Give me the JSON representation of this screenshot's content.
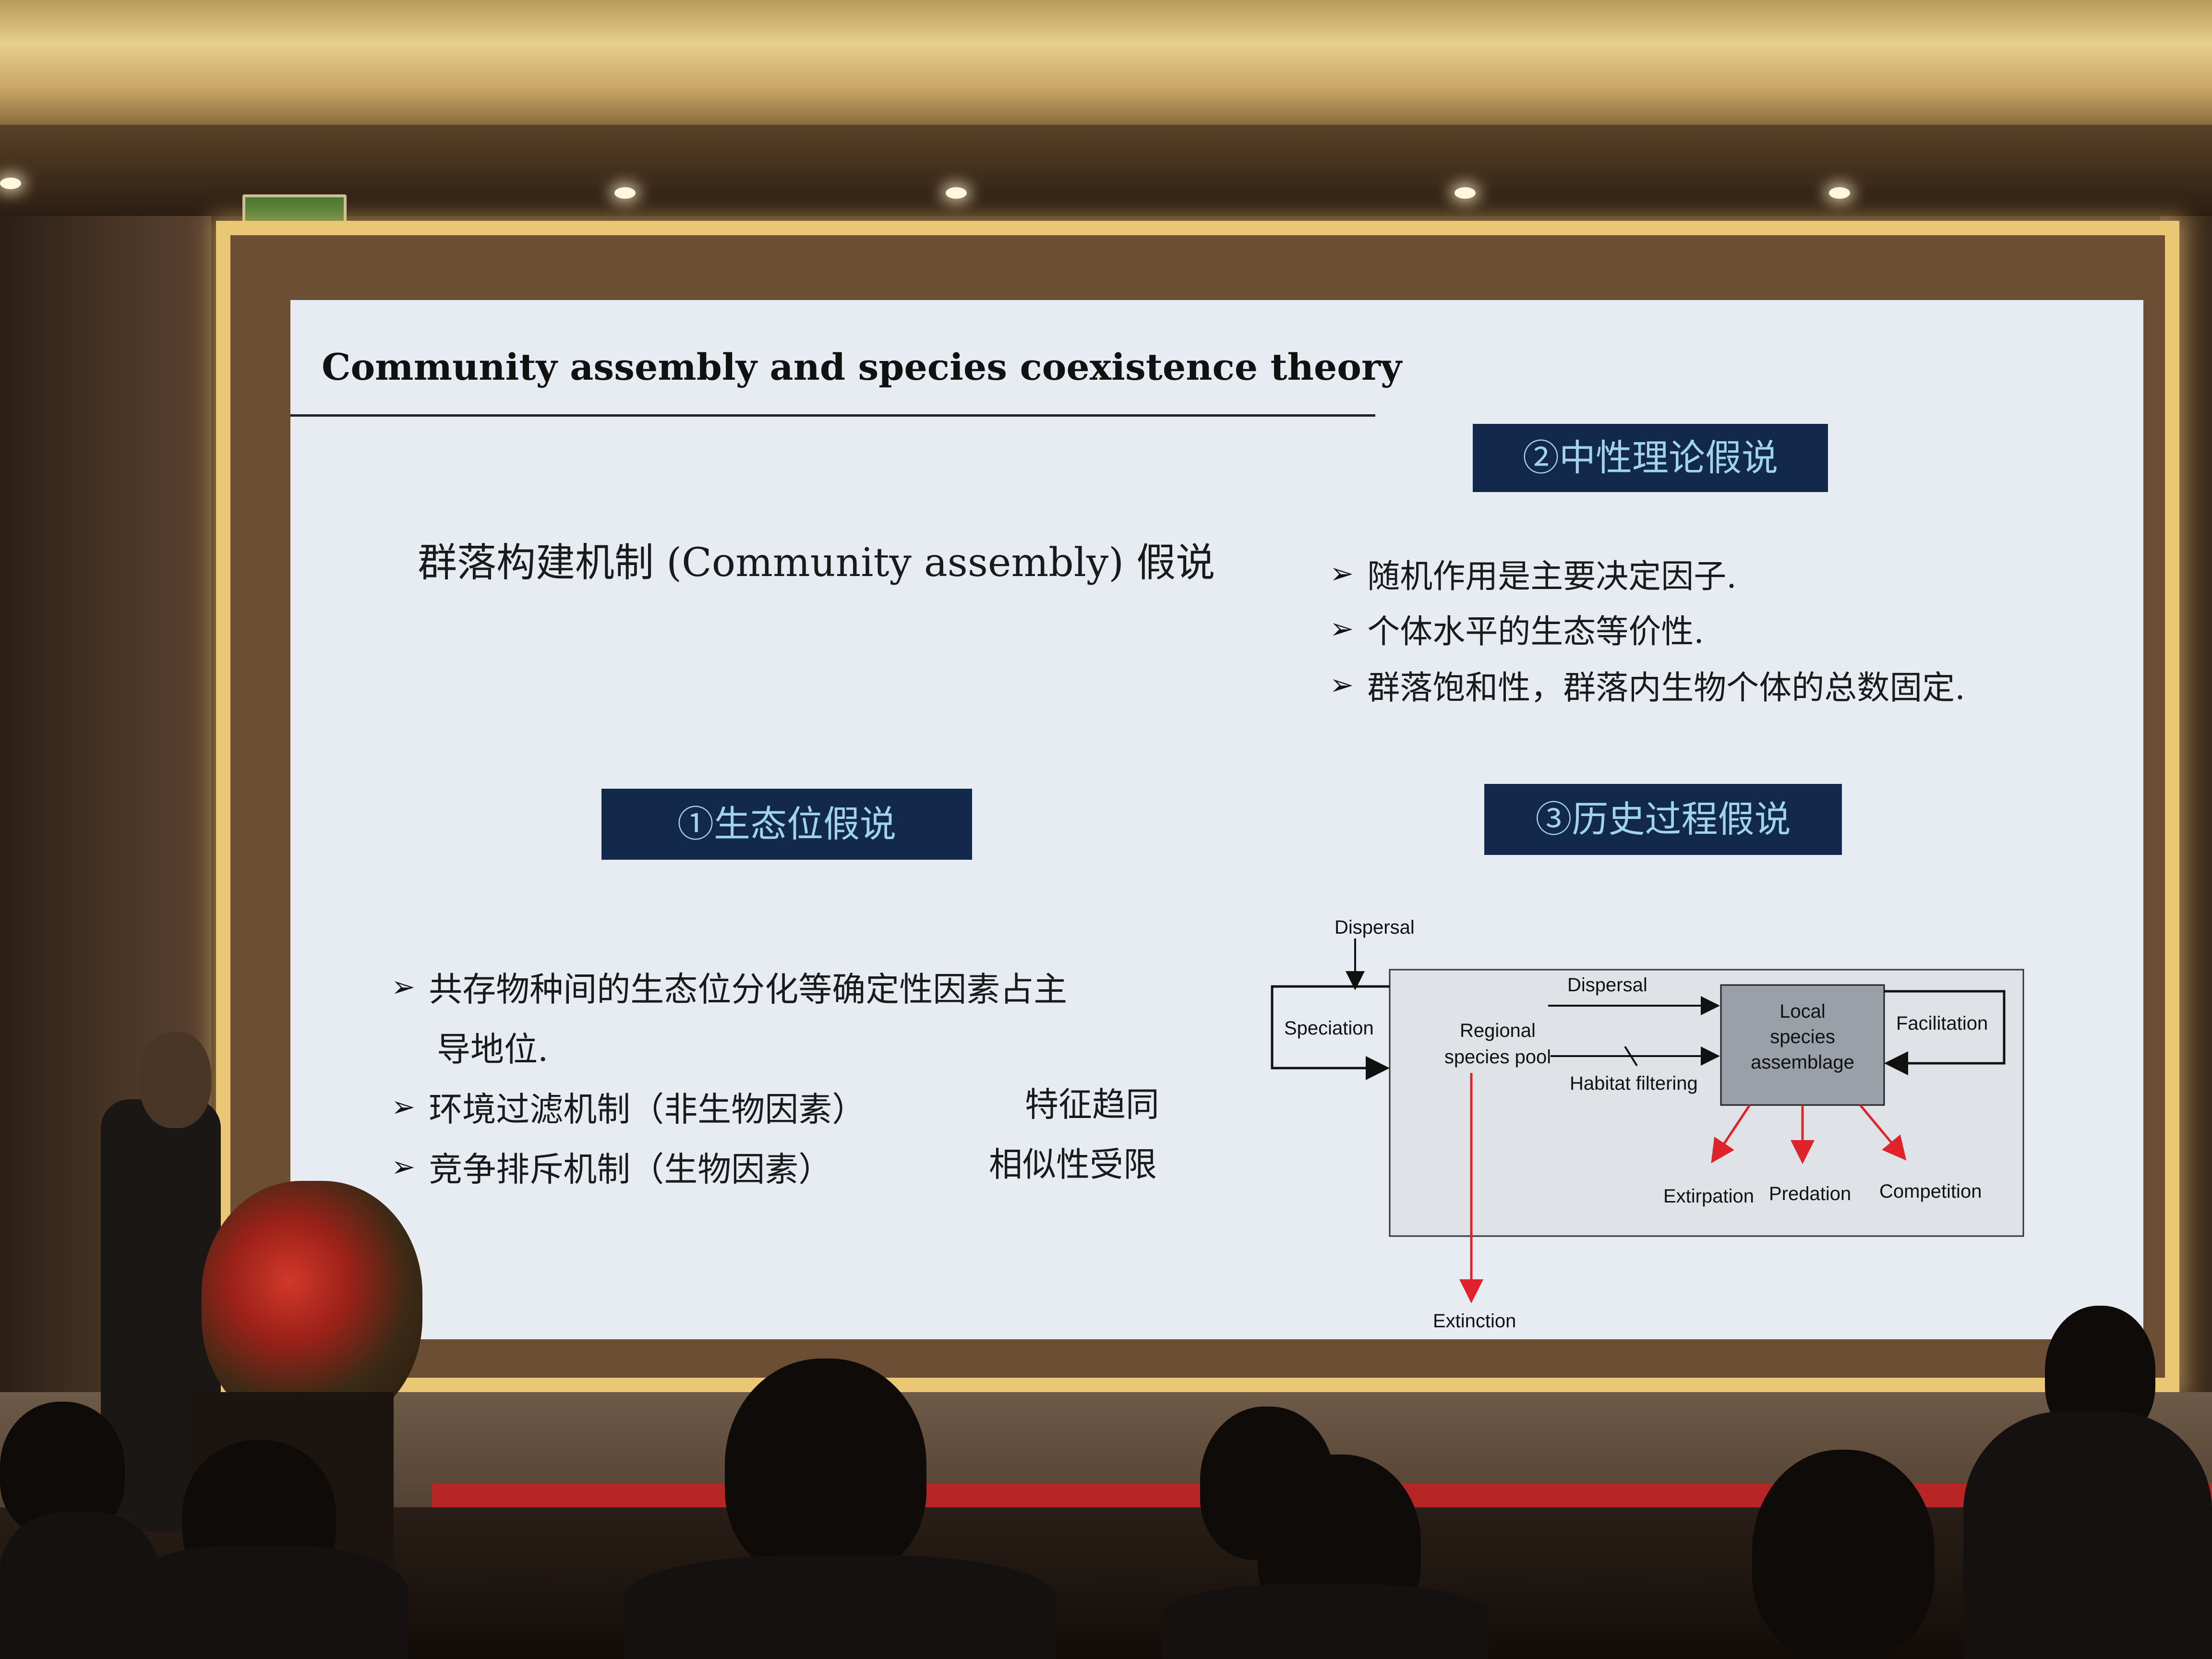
{
  "slide": {
    "title": "Community assembly and species coexistence theory",
    "mechanism_heading": "群落构建机制 (Community assembly) 假说",
    "hypotheses": [
      {
        "label": "①生态位假说",
        "bullets": [
          {
            "text": "共存物种间的生态位分化等确定性因素占主",
            "continuation": "导地位.",
            "note": ""
          },
          {
            "text": "环境过滤机制（非生物因素）",
            "note": "特征趋同"
          },
          {
            "text": "竞争排斥机制（生物因素）",
            "note": "相似性受限"
          }
        ]
      },
      {
        "label": "②中性理论假说",
        "bullets": [
          {
            "text": "随机作用是主要决定因子."
          },
          {
            "text": "个体水平的生态等价性."
          },
          {
            "text": "群落饱和性，群落内生物个体的总数固定."
          }
        ]
      },
      {
        "label": "③历史过程假说"
      }
    ],
    "diagram": {
      "dispersal_top": "Dispersal",
      "speciation": "Speciation",
      "regional_pool": [
        "Regional",
        "species pool"
      ],
      "dispersal_mid": "Dispersal",
      "habitat_filtering": "Habitat filtering",
      "local_assemblage": [
        "Local",
        "species",
        "assemblage"
      ],
      "facilitation": "Facilitation",
      "extirpation": "Extirpation",
      "predation": "Predation",
      "competition": "Competition",
      "extinction": "Extinction",
      "colors": {
        "red_arrow": "#e0232b",
        "local_box": "#9aa0a8",
        "outer_box": "#dfe3e8"
      }
    }
  },
  "colors": {
    "hypo_box_bg": "#13294b",
    "hypo_box_text": "#9fd4e9",
    "slide_bg": "#e7ecf2",
    "frame_gold": "#e9c774"
  }
}
